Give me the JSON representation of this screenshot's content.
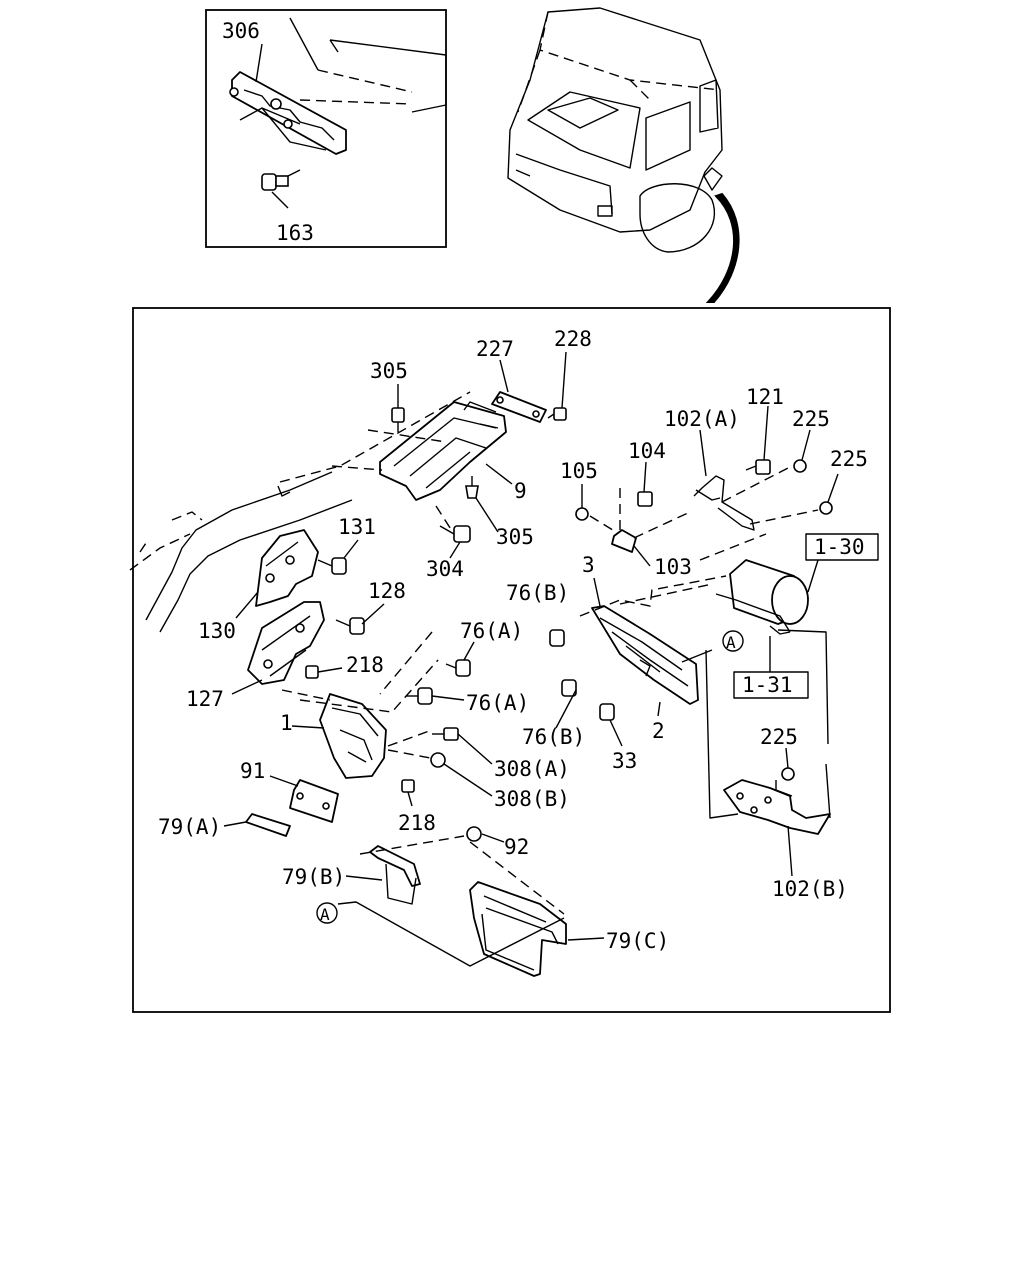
{
  "inset": {
    "labels": {
      "top": "306",
      "bottom": "163"
    }
  },
  "main": {
    "labels": {
      "l305a": "305",
      "l227": "227",
      "l228": "228",
      "l102a": "102(A)",
      "l121": "121",
      "l225a": "225",
      "l225b": "225",
      "l104": "104",
      "l105": "105",
      "l9": "9",
      "l305b": "305",
      "l304": "304",
      "l103": "103",
      "l131": "131",
      "l130": "130",
      "l128": "128",
      "l3": "3",
      "l130box": "1-30",
      "l76ba": "76(B)",
      "l76aa": "76(A)",
      "l218a": "218",
      "l127": "127",
      "l76ab": "76(A)",
      "l1": "1",
      "l131box": "1-31",
      "l76bb": "76(B)",
      "l2": "2",
      "l33": "33",
      "l308a": "308(A)",
      "l308b": "308(B)",
      "l225c": "225",
      "l91": "91",
      "l218b": "218",
      "l79a": "79(A)",
      "l92": "92",
      "l102b": "102(B)",
      "l79b": "79(B)",
      "l79c": "79(C)",
      "refA1": "A",
      "refA2": "A"
    }
  }
}
